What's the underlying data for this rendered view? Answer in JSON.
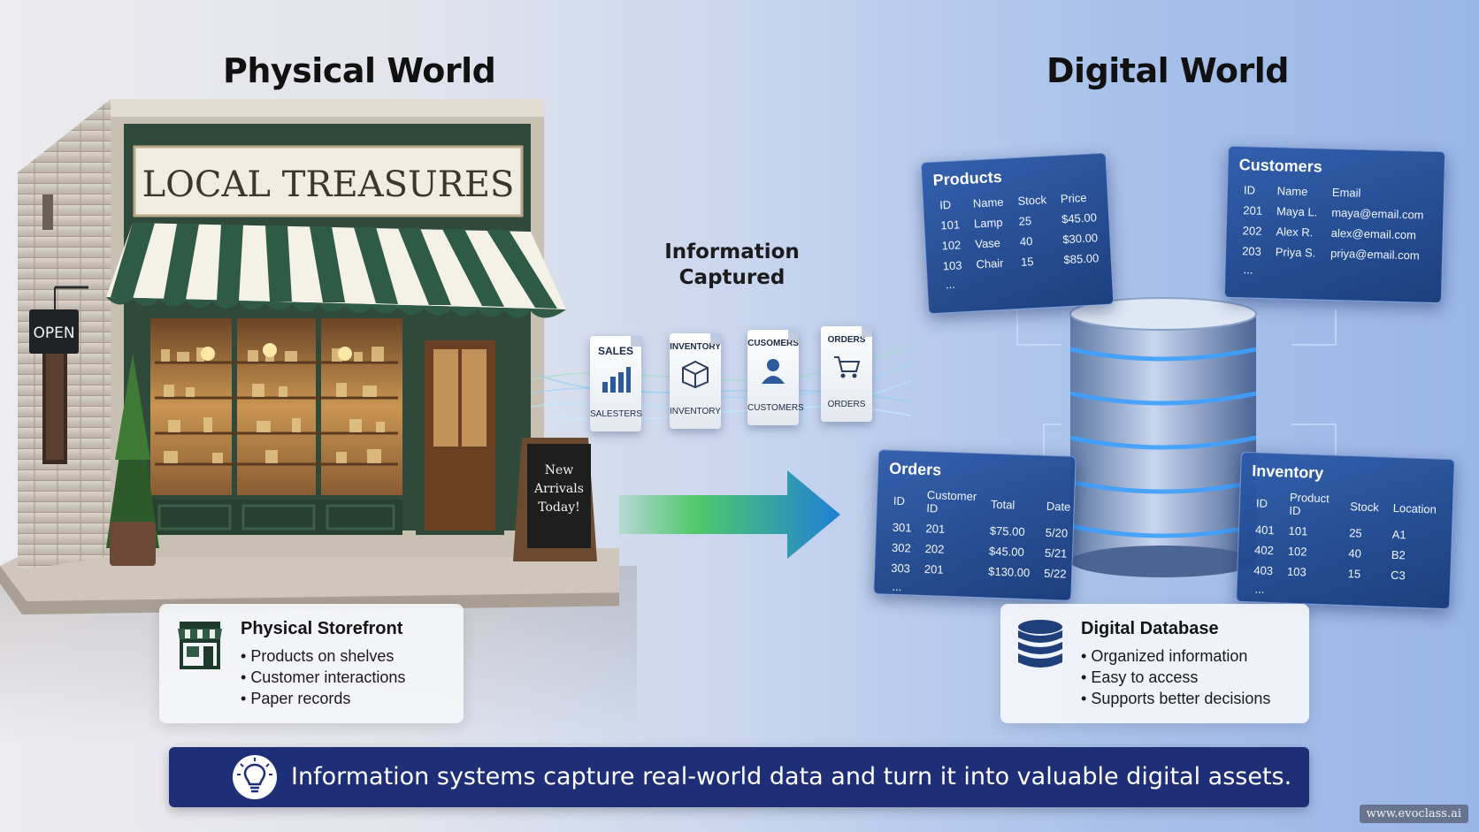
{
  "headings": {
    "physical": "Physical World",
    "digital": "Digital World"
  },
  "store": {
    "sign": "LOCAL TREASURES",
    "open_sign": "OPEN",
    "chalkboard": [
      "New",
      "Arrivals",
      "Today!"
    ]
  },
  "flow": {
    "title_line1": "Information",
    "title_line2": "Captured",
    "documents": [
      {
        "top": "SALES",
        "bottom": "SALESTERS",
        "icon": "bar-chart-icon"
      },
      {
        "top": "INVENTORY",
        "bottom": "INVENTORY",
        "icon": "box-icon"
      },
      {
        "top": "CUSOMERS",
        "bottom": "CUSTOMERS",
        "icon": "person-icon"
      },
      {
        "top": "ORDERS",
        "bottom": "ORDERS",
        "icon": "cart-icon"
      }
    ]
  },
  "tables": {
    "products": {
      "title": "Products",
      "headers": [
        "ID",
        "Name",
        "Stock",
        "Price"
      ],
      "rows": [
        [
          "101",
          "Lamp",
          "25",
          "$45.00"
        ],
        [
          "102",
          "Vase",
          "40",
          "$30.00"
        ],
        [
          "103",
          "Chair",
          "15",
          "$85.00"
        ]
      ],
      "more": "..."
    },
    "customers": {
      "title": "Customers",
      "headers": [
        "ID",
        "Name",
        "Email"
      ],
      "rows": [
        [
          "201",
          "Maya L.",
          "maya@email.com"
        ],
        [
          "202",
          "Alex R.",
          "alex@email.com"
        ],
        [
          "203",
          "Priya S.",
          "priya@email.com"
        ]
      ],
      "more": "..."
    },
    "orders": {
      "title": "Orders",
      "headers": [
        "ID",
        "Customer ID",
        "Total",
        "Date"
      ],
      "rows": [
        [
          "301",
          "201",
          "$75.00",
          "5/20"
        ],
        [
          "302",
          "202",
          "$45.00",
          "5/21"
        ],
        [
          "303",
          "201",
          "$130.00",
          "5/22"
        ]
      ],
      "more": "..."
    },
    "inventory": {
      "title": "Inventory",
      "headers": [
        "ID",
        "Product ID",
        "Stock",
        "Location"
      ],
      "rows": [
        [
          "401",
          "101",
          "25",
          "A1"
        ],
        [
          "402",
          "102",
          "40",
          "B2"
        ],
        [
          "403",
          "103",
          "15",
          "C3"
        ]
      ],
      "more": "..."
    }
  },
  "info_physical": {
    "title": "Physical Storefront",
    "icon": "storefront-icon",
    "items": [
      "Products on shelves",
      "Customer interactions",
      "Paper records"
    ]
  },
  "info_digital": {
    "title": "Digital Database",
    "icon": "database-icon",
    "items": [
      "Organized information",
      "Easy to access",
      "Supports better decisions"
    ]
  },
  "banner": {
    "icon": "lightbulb-icon",
    "text": "Information systems capture real-world data and turn it into valuable digital assets."
  },
  "watermark": "www.evoclass.ai",
  "colors": {
    "banner": "#1e2f78",
    "card": "#2a5aa8",
    "awning_green": "#2f5a45",
    "arrow_green": "#4fc96b",
    "arrow_blue": "#1f7fd6"
  }
}
